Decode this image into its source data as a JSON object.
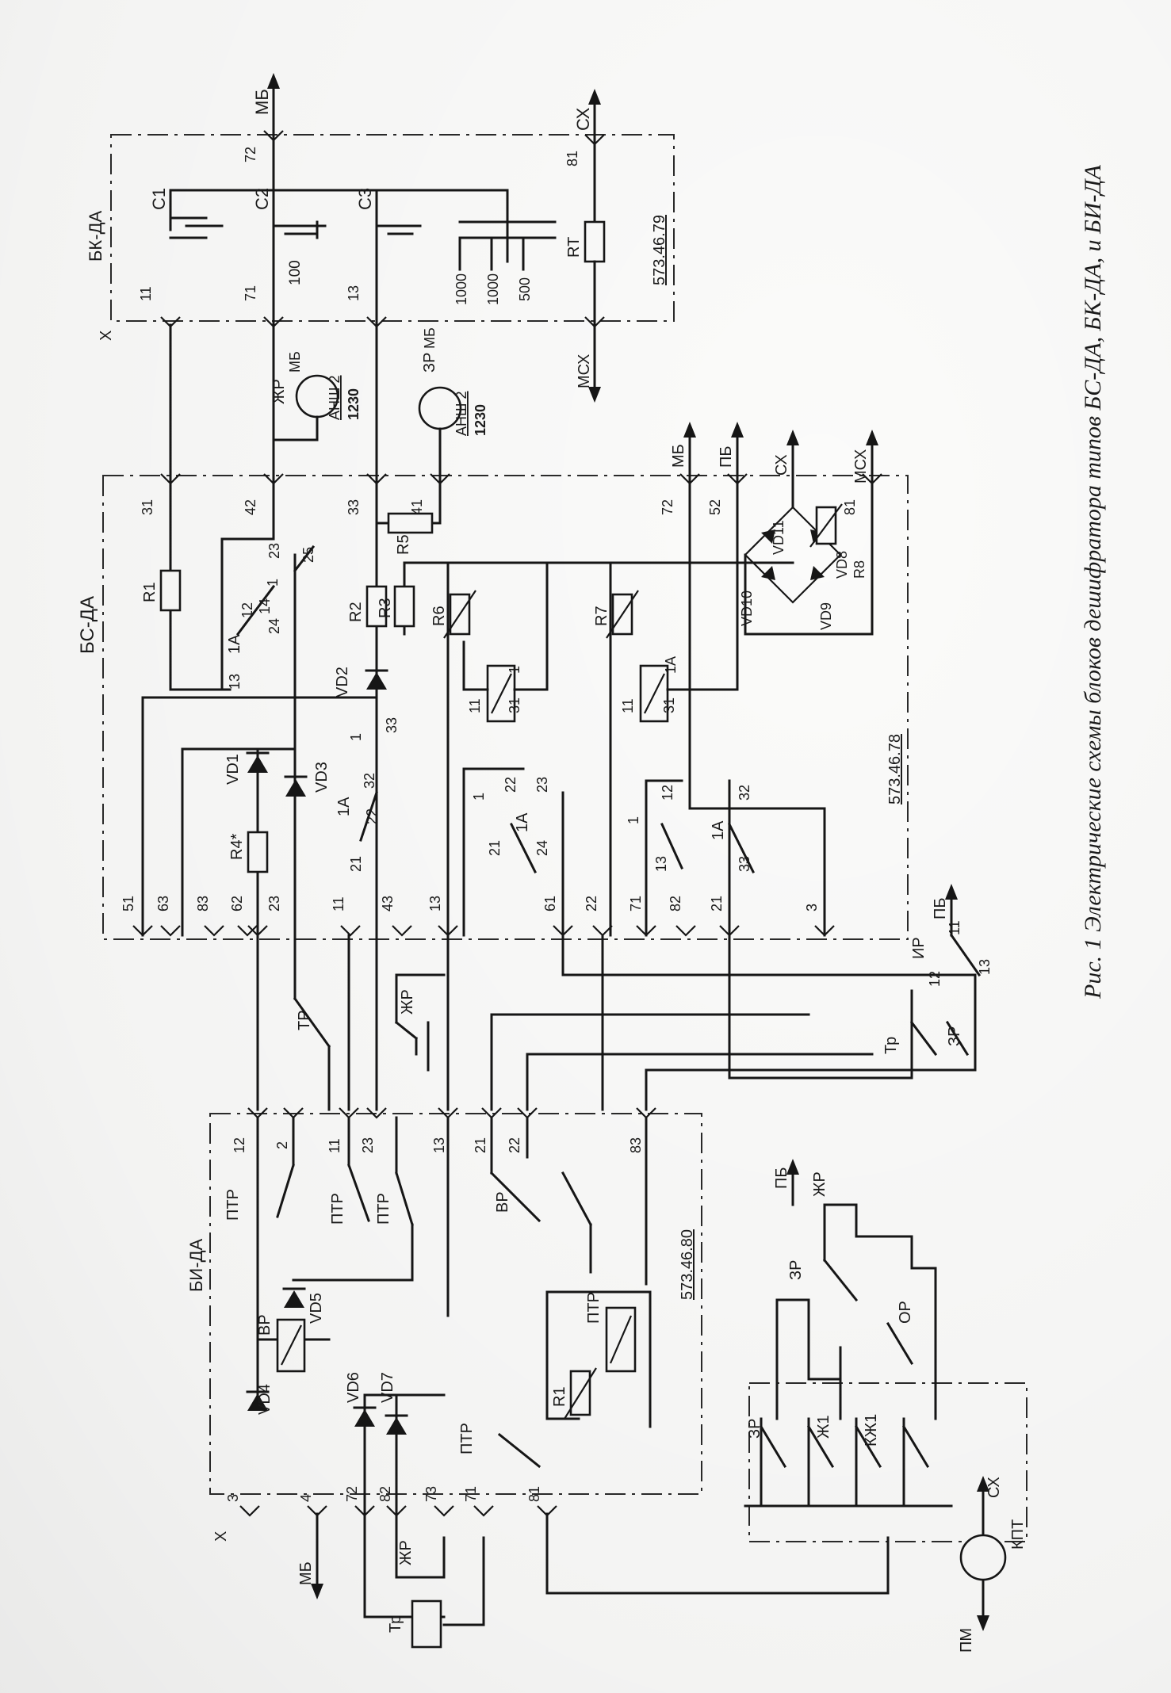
{
  "caption": {
    "figure": "Рис. 1",
    "title": "Электрические схемы блоков дешифратора типов БС-ДА, БК-ДА, и БИ-ДА"
  },
  "blocks": {
    "bk": {
      "name": "БК-ДА",
      "code": "573.46.79"
    },
    "bs": {
      "name": "БС-ДА",
      "code": "573.46.78"
    },
    "bi": {
      "name": "БИ-ДА",
      "code": "573.46.80"
    }
  },
  "connectors": {
    "x_label": "X"
  },
  "external_signals": {
    "mb": "МБ",
    "pb": "ПБ",
    "sh": "СХ",
    "msh": "МСХ",
    "pm": "ПМ"
  },
  "bk_components": {
    "c1": "C1",
    "c2": "C2",
    "c3": "C3",
    "rt": "RT",
    "c2_value": "100",
    "c3_v1": "1000",
    "c3_v2": "1000",
    "c3_v3": "500",
    "pins": [
      "11",
      "71",
      "13",
      "72",
      "81"
    ]
  },
  "lamps": {
    "zhr_label": "ЖР",
    "zhr_type": "АНШ 2",
    "zhr_num": "1230",
    "zr_label": "ЗР",
    "zr_type": "АНШ 2",
    "zr_num": "1230",
    "mb": "МБ"
  },
  "bs_components": {
    "r1": "R1",
    "r2": "R2",
    "r3": "R3",
    "r5": "R5",
    "r6": "R6",
    "r7": "R7",
    "r8": "R8",
    "r4": "R4*",
    "vd1": "VD1",
    "vd2": "VD2",
    "vd3": "VD3",
    "vd8": "VD8",
    "vd9": "VD9",
    "vd10": "VD10",
    "vd11": "VD11",
    "rel_1a": "1A",
    "rel_1": "1",
    "top_pins": [
      "31",
      "42",
      "33",
      "41",
      "72",
      "52",
      "81"
    ],
    "bottom_pins": [
      "51",
      "63",
      "83",
      "62",
      "23",
      "11",
      "43",
      "13",
      "61",
      "22",
      "71",
      "82",
      "21",
      "3"
    ],
    "contacts": [
      "12",
      "14",
      "13",
      "23",
      "24",
      "25",
      "32",
      "33",
      "22",
      "21",
      "11",
      "31"
    ]
  },
  "mid_contacts": {
    "tr": "ТР",
    "zhr": "ЖР",
    "ir": "ИР",
    "zr": "ЗР",
    "tr2": "Тр",
    "pins": [
      "12",
      "11",
      "13"
    ]
  },
  "bi_components": {
    "vd4": "VD4",
    "vd5": "VD5",
    "vd6": "VD6",
    "vd7": "VD7",
    "r1": "R1",
    "vr": "ВР",
    "ptr": "ПТР",
    "top_pins": [
      "12",
      "2",
      "11",
      "23",
      "13",
      "21",
      "22",
      "83"
    ],
    "bottom_pins": [
      "3",
      "4",
      "72",
      "82",
      "73",
      "71",
      "81"
    ]
  },
  "lower_circuit": {
    "zr": "ЗР",
    "zhr": "ЖР",
    "or": "ОР",
    "zh1": "Ж1",
    "kzh1": "КЖ1",
    "kpt": "КПТ",
    "zhr_side": "ЖР",
    "tr": "Тр"
  }
}
